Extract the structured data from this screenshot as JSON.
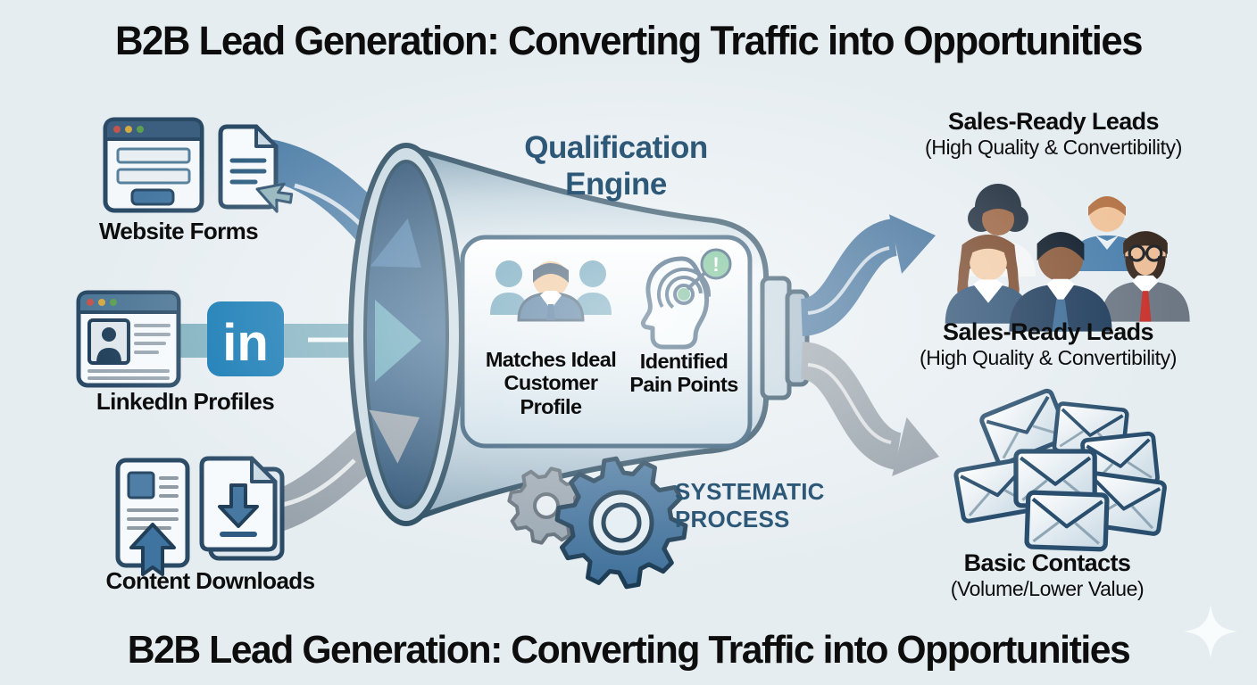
{
  "header": {
    "title": "B2B Lead Generation: Converting Traffic into Opportunities"
  },
  "footer": {
    "title": "B2B Lead Generation: Converting Traffic into Opportunities"
  },
  "sources": {
    "website_forms": {
      "label": "Website Forms"
    },
    "linkedin_profiles": {
      "label": "LinkedIn Profiles"
    },
    "content_downloads": {
      "label": "Content Downloads"
    },
    "linkedin_logo_text": "in"
  },
  "engine": {
    "title": {
      "line1": "Qualification",
      "line2": "Engine"
    },
    "criteria": {
      "icp": {
        "line1": "Matches Ideal",
        "line2": "Customer",
        "line3": "Profile"
      },
      "pain": {
        "line1": "Identified",
        "line2": "Pain Points",
        "badge": "!"
      }
    },
    "process": {
      "line1": "SYSTEMATIC",
      "line2": "PROCESS"
    }
  },
  "outputs": {
    "sales_ready_upper": {
      "title": "Sales-Ready Leads",
      "subtitle": "(High Quality & Convertibility)"
    },
    "sales_ready_lower": {
      "title": "Sales-Ready Leads",
      "subtitle": "(High Quality & Convertibility)"
    },
    "basic_contacts": {
      "title": "Basic Contacts",
      "subtitle": "(Volume/Lower Value)"
    }
  },
  "colors": {
    "background": "#e6edf1",
    "title_text": "#0d0d0d",
    "steel_text": "#2d5878",
    "funnel_outline": "#26485e",
    "blue_arrow": "#4e7ea7",
    "teal_arrow": "#69a7ba",
    "gray_arrow": "#99a3ac",
    "linkedin_blue": "#0e76b2",
    "accent_green": "#63b389",
    "gear_blue": "#41719b",
    "gear_gray": "#98a5b0"
  }
}
